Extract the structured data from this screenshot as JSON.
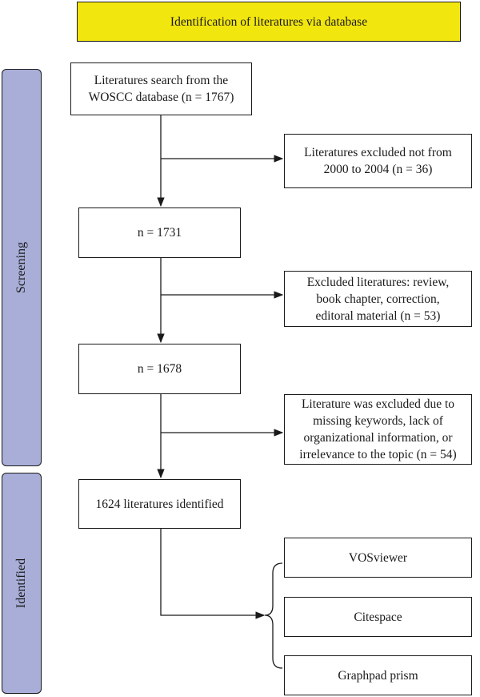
{
  "header": {
    "title": "Identification of literatures via database"
  },
  "phases": {
    "screening": "Screening",
    "identified": "Identified"
  },
  "steps": {
    "search": [
      "Literatures search from the",
      "WOSCC database (n = 1767)"
    ],
    "n1": "n = 1731",
    "n2": "n = 1678",
    "final": "1624 literatures identified"
  },
  "exclusions": {
    "ex1": [
      "Literatures excluded not from",
      "2000 to 2004 (n = 36)"
    ],
    "ex2": [
      "Excluded literatures: review,",
      "book chapter, correction,",
      "editoral material (n = 53)"
    ],
    "ex3": [
      "Literature was excluded due to",
      "missing keywords, lack of",
      "organizational information, or",
      "irrelevance to the topic (n = 54)"
    ]
  },
  "tools": [
    "VOSviewer",
    "Citespace",
    "Graphpad prism"
  ],
  "colors": {
    "header": "#f2e60f",
    "phase": "#a9aed8",
    "stroke": "#1a1a1a"
  }
}
